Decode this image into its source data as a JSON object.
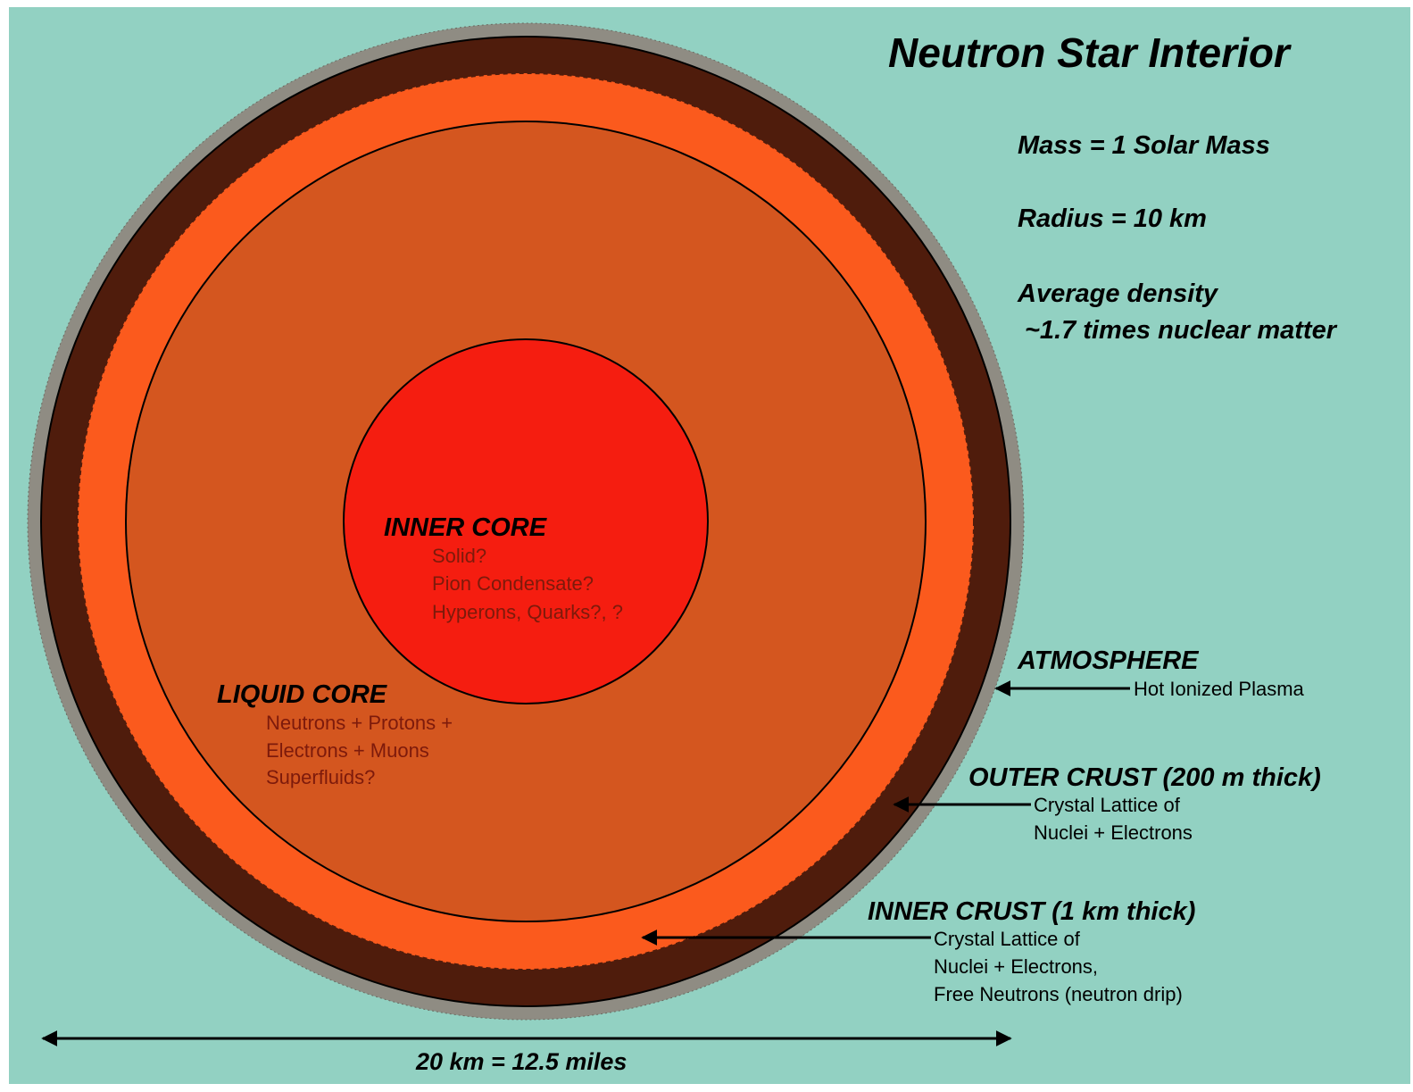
{
  "title": "Neutron Star Interior",
  "facts": {
    "mass": "Mass = 1 Solar Mass",
    "radius": "Radius = 10 km",
    "density_line1": "Average density",
    "density_line2": "~1.7 times nuclear matter"
  },
  "layers": {
    "inner_core": {
      "label": "INNER CORE",
      "lines": [
        "Solid?",
        "Pion Condensate?",
        "Hyperons, Quarks?, ?"
      ]
    },
    "liquid_core": {
      "label": "LIQUID CORE",
      "lines": [
        "Neutrons + Protons +",
        "Electrons + Muons",
        "Superfluids?"
      ]
    },
    "atmosphere": {
      "label": "ATMOSPHERE",
      "lines": [
        "Hot Ionized Plasma"
      ]
    },
    "outer_crust": {
      "label": "OUTER CRUST (200 m thick)",
      "lines": [
        "Crystal Lattice of",
        "Nuclei + Electrons"
      ]
    },
    "inner_crust": {
      "label": "INNER CRUST (1 km thick)",
      "lines": [
        "Crystal Lattice of",
        "Nuclei + Electrons,",
        "Free Neutrons (neutron drip)"
      ]
    }
  },
  "scale": {
    "label": "20 km = 12.5 miles"
  },
  "colors": {
    "background": "#92d1c2",
    "atmosphere": "#8f8c83",
    "outer_crust": "#4f1c0c",
    "inner_crust": "#fb5a1d",
    "liquid_core": "#d4561f",
    "inner_core": "#f51d10",
    "sublabel_core": "#7d1a0b",
    "sublabel_side": "#000000"
  }
}
